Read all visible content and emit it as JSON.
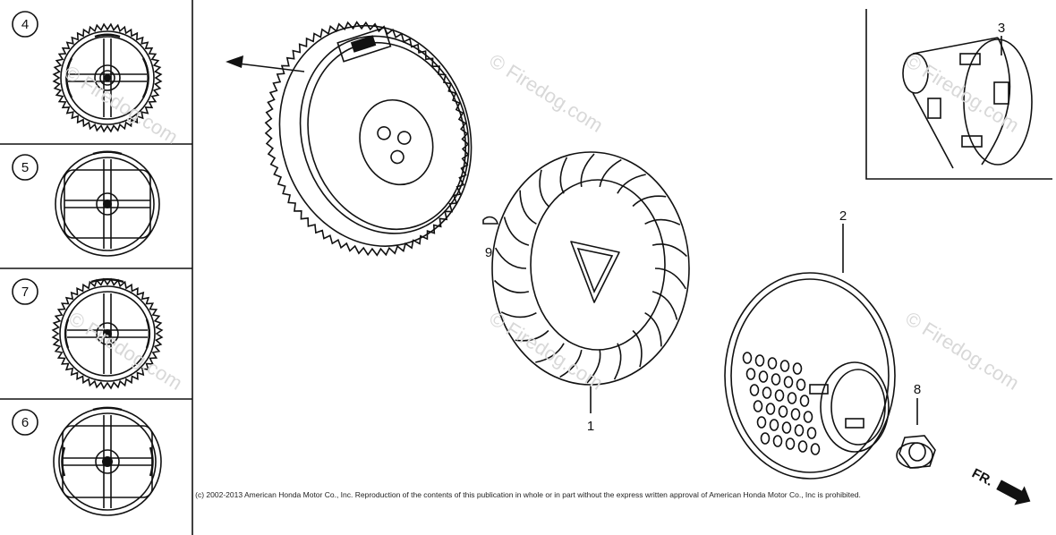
{
  "watermark_text": "© Firedog.com",
  "copyright": "(c) 2002-2013 American Honda Motor Co., Inc. Reproduction of the contents of this publication in whole or in part without the express written approval of American Honda Motor Co., Inc is prohibited.",
  "direction_label": "FR.",
  "callouts": {
    "p1": "1",
    "p2": "2",
    "p3": "3",
    "p4": "4",
    "p5": "5",
    "p6": "6",
    "p7": "7",
    "p8": "8",
    "p9": "9"
  }
}
